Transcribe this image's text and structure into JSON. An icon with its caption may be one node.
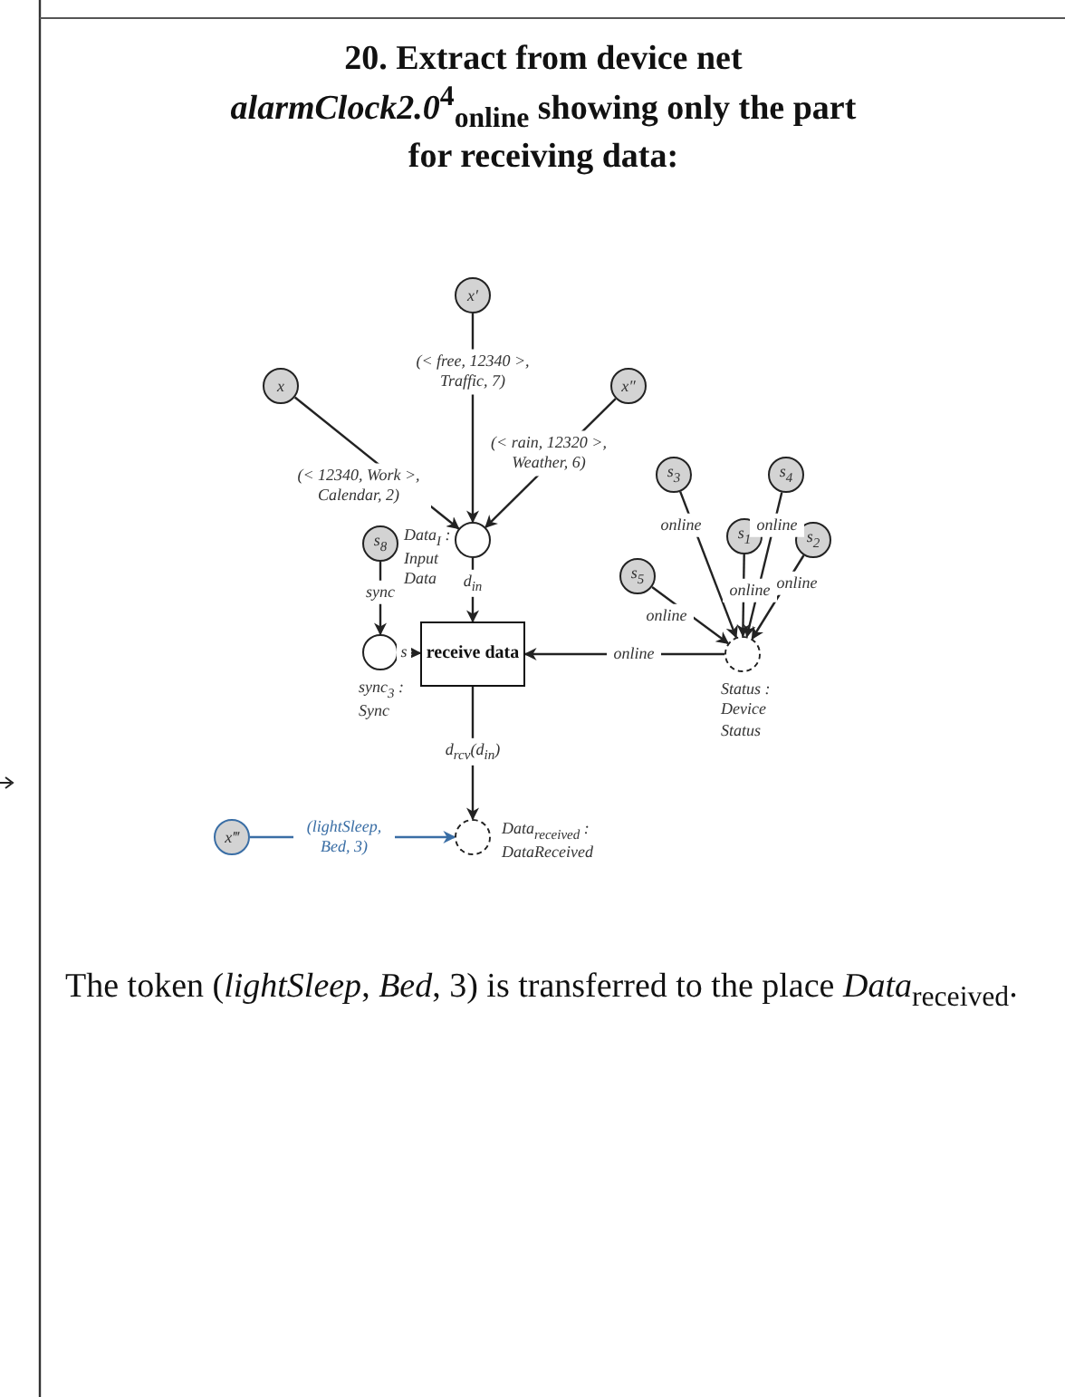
{
  "diagram": {
    "title": "20. Extract from device net *alarmClock2.0*$^{4}$$_{online}$ showing only the part for receiving data:",
    "caption": "The token (*lightSleep*, *Bed*, 3) is transferred to the place *Data*$_{received}$.",
    "nodes": [
      {
        "text": [
          "x"
        ]
      },
      {
        "text": [
          "x′"
        ]
      },
      {
        "text": [
          "x″"
        ]
      },
      {
        "text": [
          "Data$_{I}$ : Input Data"
        ]
      },
      {
        "text": [
          "s$_{8}$"
        ]
      },
      {
        "text": [
          "sync$_{3}$ : Sync"
        ]
      },
      {
        "text": [
          "receive data"
        ]
      },
      {
        "text": [
          "s$_{3}$"
        ]
      },
      {
        "text": [
          "s$_{4}$"
        ]
      },
      {
        "text": [
          "s$_{1}$"
        ]
      },
      {
        "text": [
          "s$_{2}$"
        ]
      },
      {
        "text": [
          "s$_{5}$"
        ]
      },
      {
        "text": [
          "Status : Device Status"
        ]
      },
      {
        "text": [
          "x‴"
        ]
      },
      {
        "text": [
          "Data$_{received}$ : DataReceived"
        ]
      }
    ],
    "edges": [
      {
        "from": 0,
        "to": 3,
        "arrow": "to",
        "label": "(< 12340, Work >, Calendar, 2)"
      },
      {
        "from": 1,
        "to": 3,
        "arrow": "to",
        "label": "(< free, 12340 >, Traffic, 7)"
      },
      {
        "from": 2,
        "to": 3,
        "arrow": "to",
        "label": "(< rain, 12320 >, Weather, 6)"
      },
      {
        "from": 3,
        "to": 6,
        "arrow": "to",
        "label": "d$_{in}$"
      },
      {
        "from": 4,
        "to": 5,
        "arrow": "to",
        "label": "sync"
      },
      {
        "from": 6,
        "to": 5,
        "arrow": "both",
        "label": "s"
      },
      {
        "from": 12,
        "to": 6,
        "arrow": "to",
        "label": "online"
      },
      {
        "from": 7,
        "to": 12,
        "arrow": "to",
        "label": "online"
      },
      {
        "from": 8,
        "to": 12,
        "arrow": "to",
        "label": "online"
      },
      {
        "from": 9,
        "to": 12,
        "arrow": "to",
        "label": "online"
      },
      {
        "from": 10,
        "to": 12,
        "arrow": "to",
        "label": "online"
      },
      {
        "from": 11,
        "to": 12,
        "arrow": "to",
        "label": "online"
      },
      {
        "from": 6,
        "to": 14,
        "arrow": "to",
        "label": "d$_{rcv}$(d$_{in}$)"
      },
      {
        "from": 13,
        "to": 14,
        "arrow": "to",
        "label": "(lightSleep, Bed, 3)",
        "color": "#3a6ea5"
      }
    ]
  }
}
